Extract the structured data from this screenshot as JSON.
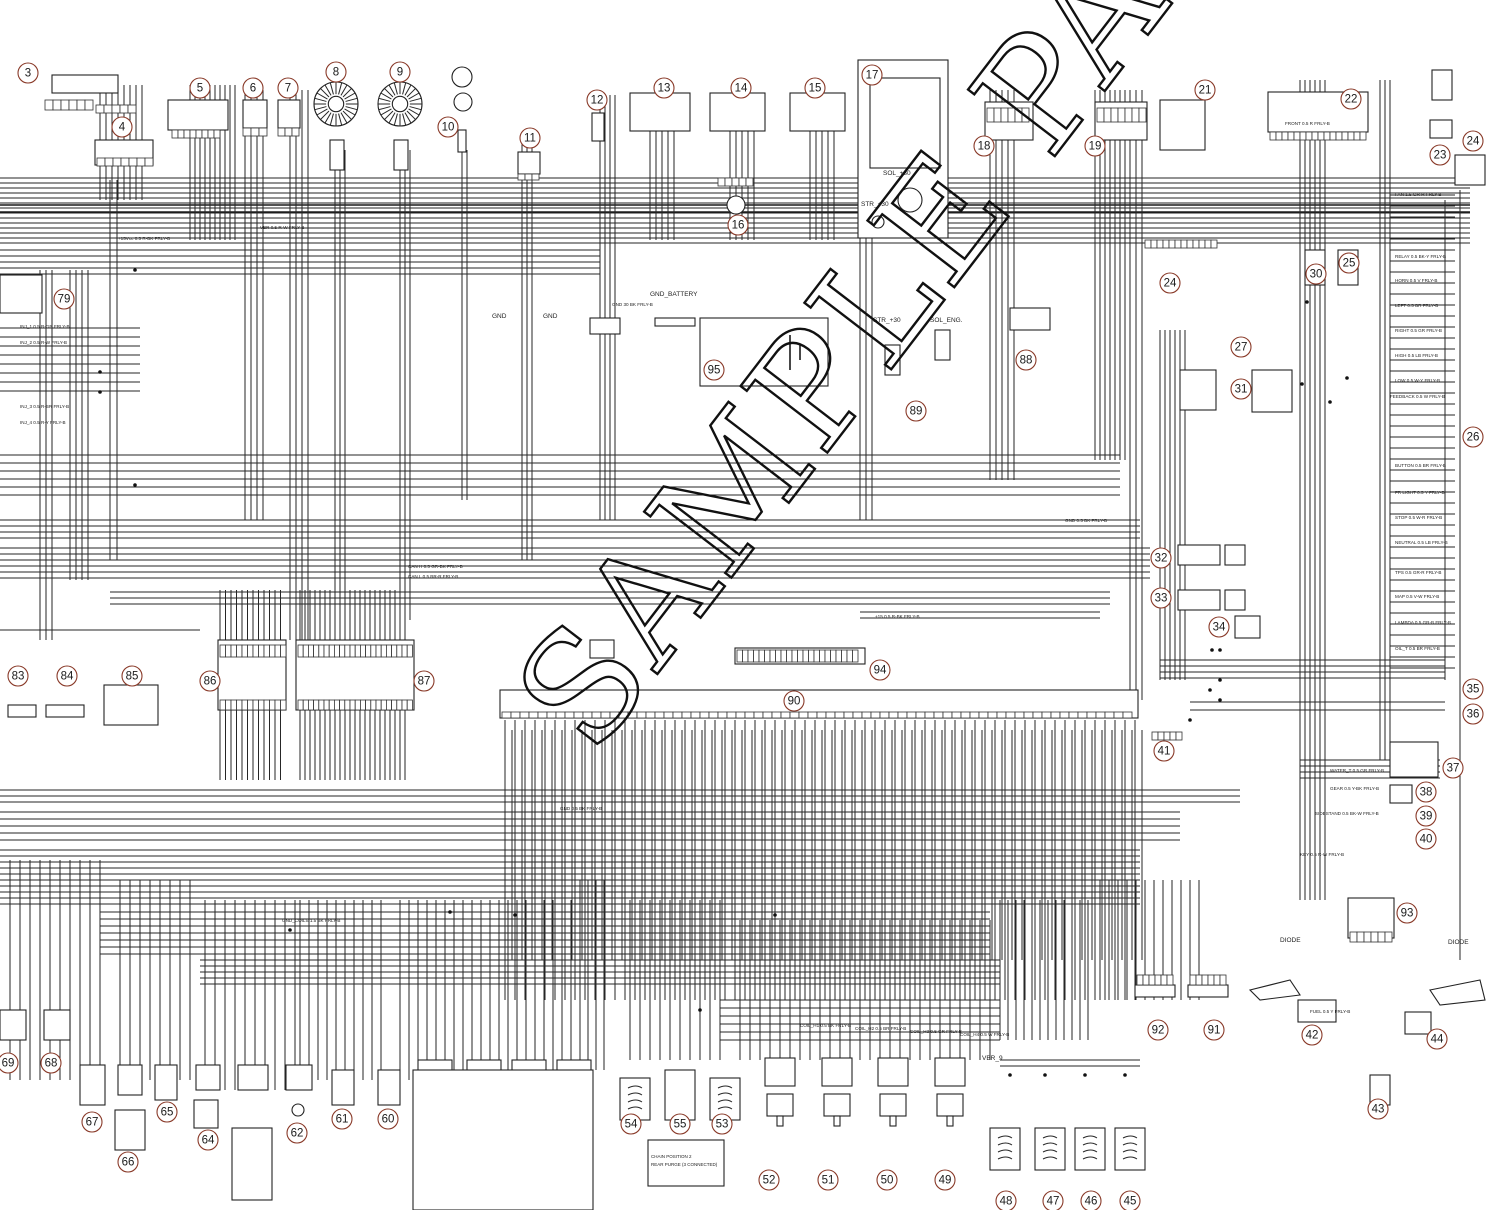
{
  "watermark": "SAMPLE PAGE",
  "components": [
    {
      "id": "3",
      "label": "3"
    },
    {
      "id": "4",
      "label": "4"
    },
    {
      "id": "5",
      "label": "5"
    },
    {
      "id": "6",
      "label": "6"
    },
    {
      "id": "7",
      "label": "7"
    },
    {
      "id": "8",
      "label": "8"
    },
    {
      "id": "9",
      "label": "9"
    },
    {
      "id": "10",
      "label": "10"
    },
    {
      "id": "11",
      "label": "11"
    },
    {
      "id": "12",
      "label": "12"
    },
    {
      "id": "13",
      "label": "13"
    },
    {
      "id": "14",
      "label": "14"
    },
    {
      "id": "15",
      "label": "15"
    },
    {
      "id": "16",
      "label": "16"
    },
    {
      "id": "17",
      "label": "17"
    },
    {
      "id": "18",
      "label": "18"
    },
    {
      "id": "19",
      "label": "19"
    },
    {
      "id": "21",
      "label": "21"
    },
    {
      "id": "22",
      "label": "22"
    },
    {
      "id": "23",
      "label": "23"
    },
    {
      "id": "24a",
      "label": "24"
    },
    {
      "id": "24b",
      "label": "24"
    },
    {
      "id": "25",
      "label": "25"
    },
    {
      "id": "26",
      "label": "26"
    },
    {
      "id": "27",
      "label": "27"
    },
    {
      "id": "30",
      "label": "30"
    },
    {
      "id": "31",
      "label": "31"
    },
    {
      "id": "32",
      "label": "32"
    },
    {
      "id": "33",
      "label": "33"
    },
    {
      "id": "34",
      "label": "34"
    },
    {
      "id": "35",
      "label": "35"
    },
    {
      "id": "36",
      "label": "36"
    },
    {
      "id": "37",
      "label": "37"
    },
    {
      "id": "38",
      "label": "38"
    },
    {
      "id": "39",
      "label": "39"
    },
    {
      "id": "40",
      "label": "40"
    },
    {
      "id": "41",
      "label": "41"
    },
    {
      "id": "42",
      "label": "42"
    },
    {
      "id": "43",
      "label": "43"
    },
    {
      "id": "44",
      "label": "44"
    },
    {
      "id": "45",
      "label": "45"
    },
    {
      "id": "46",
      "label": "46"
    },
    {
      "id": "47",
      "label": "47"
    },
    {
      "id": "48",
      "label": "48"
    },
    {
      "id": "49",
      "label": "49"
    },
    {
      "id": "50",
      "label": "50"
    },
    {
      "id": "51",
      "label": "51"
    },
    {
      "id": "52",
      "label": "52"
    },
    {
      "id": "53",
      "label": "53"
    },
    {
      "id": "54",
      "label": "54"
    },
    {
      "id": "55",
      "label": "55"
    },
    {
      "id": "60",
      "label": "60"
    },
    {
      "id": "61",
      "label": "61"
    },
    {
      "id": "62",
      "label": "62"
    },
    {
      "id": "64",
      "label": "64"
    },
    {
      "id": "65",
      "label": "65"
    },
    {
      "id": "66",
      "label": "66"
    },
    {
      "id": "67",
      "label": "67"
    },
    {
      "id": "68",
      "label": "68"
    },
    {
      "id": "69",
      "label": "69"
    },
    {
      "id": "79",
      "label": "79"
    },
    {
      "id": "83",
      "label": "83"
    },
    {
      "id": "84",
      "label": "84"
    },
    {
      "id": "85",
      "label": "85"
    },
    {
      "id": "86",
      "label": "86"
    },
    {
      "id": "87",
      "label": "87"
    },
    {
      "id": "88",
      "label": "88"
    },
    {
      "id": "89",
      "label": "89"
    },
    {
      "id": "90",
      "label": "90"
    },
    {
      "id": "91",
      "label": "91"
    },
    {
      "id": "92",
      "label": "92"
    },
    {
      "id": "93",
      "label": "93"
    },
    {
      "id": "94",
      "label": "94"
    },
    {
      "id": "95",
      "label": "95"
    }
  ],
  "labels": {
    "gnd_battery": "GND_BATTERY",
    "gnd_left": "GND",
    "gnd_right": "GND",
    "str_30": "STR_+30",
    "sol_eng": "SOL_ENG.",
    "sol_30": "SOL_+30",
    "str_30b": "STR_+30",
    "vbr_9": "VBR_9",
    "diode_left": "DIODE",
    "diode_right": "DIODE",
    "chain_note_1": "CHAIN POSITION 2",
    "chain_note_2": "REAR PURGE (3 CONNECTED)",
    "plus_15vcc": "+15Vcc 0.5 R-BK FRLY-B",
    "gnd_coils": "GND_COILS 1.5 BK FRLY-B",
    "gnd_bus": "GND 0.5 BK FRLY-B",
    "can_h": "CAN H 0.5 GR-BK FRLY-B",
    "can_l": "CAN L 0.5 BR-R FRLY-B",
    "vbr_main": "VBR 0.5 R-W FRLY-B",
    "gnd_battery_wire": "GND 30 BK FRLY-B",
    "plus15_main": "+15 0.5 R-BK FRLY-B",
    "fuel_pump": "FUEL 0.5 Y FRLY-B",
    "coil_h1": "COIL_H1 0.5 BK FRLY-B",
    "coil_h2": "COIL_H2 0.5 BR FRLY-B",
    "coil_h3": "COIL_H3 0.5 GR FRLY-B",
    "coil_h4": "COIL_H4 0.5 W FRLY-B",
    "gnd_ecu": "GND 0.5 BK FRLY-B",
    "front_label": "FRONT 0.5 R FRLY-B",
    "feedback": "FEEDBACK 0.5 W FRLY-B",
    "button": "BUTTON 0.5 BR FRLY-B",
    "fr_light": "FR LIGHT 0.5 Y FRLY-B",
    "stop_lamp": "STOP 0.5 W-R FRLY-B",
    "neutral": "NEUTRAL 0.5 LB FRLY-B",
    "tps": "TPS 0.5 GR-R FRLY-B",
    "map_sensor": "MAP 0.5 V-W FRLY-B",
    "lambda": "LAMBDA 0.5 GR-B FRLY-B",
    "oil_temp": "OIL_T 0.5 BR FRLY-B",
    "water_temp": "WATER_T 0.5 GR FRLY-B",
    "gear_sensor": "GEAR 0.5 Y-BK FRLY-B",
    "sidestand": "SIDESTAND 0.5 BK-W FRLY-B",
    "injector_1": "INJ_1 0.5 R-GR FRLY-B",
    "injector_2": "INJ_2 0.5 R-W FRLY-B",
    "injector_3": "INJ_3 0.5 R-BR FRLY-B",
    "injector_4": "INJ_4 0.5 R-Y FRLY-B",
    "high_beam": "HIGH 0.5 LB FRLY-B",
    "low_beam": "LOW 0.5 W-Y FRLY-B",
    "turn_left": "LEFT 0.5 BR FRLY-B",
    "turn_right": "RIGHT 0.5 GR FRLY-B",
    "horn": "HORN 0.5 V FRLY-B",
    "key_on": "KEY 0.5 R-W FRLY-B",
    "fan": "FAN 1.5 GR-R FRLY-B",
    "relay_ctrl": "RELAY 0.5 BK-Y FRLY-B"
  }
}
